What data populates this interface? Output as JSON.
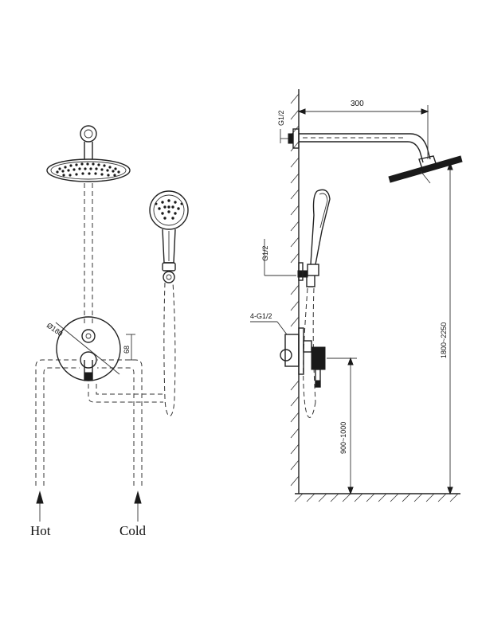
{
  "labels": {
    "hot": "Hot",
    "cold": "Cold",
    "dia_180": "Ø180",
    "dim_68": "68",
    "arm_300": "300",
    "thread_top": "G1/2",
    "thread_mid": "G1/2",
    "thread_valve": "4-G1/2",
    "height_valve": "900~1000",
    "height_head": "1800~2250"
  },
  "colors": {
    "line": "#222222",
    "background": "#ffffff"
  }
}
